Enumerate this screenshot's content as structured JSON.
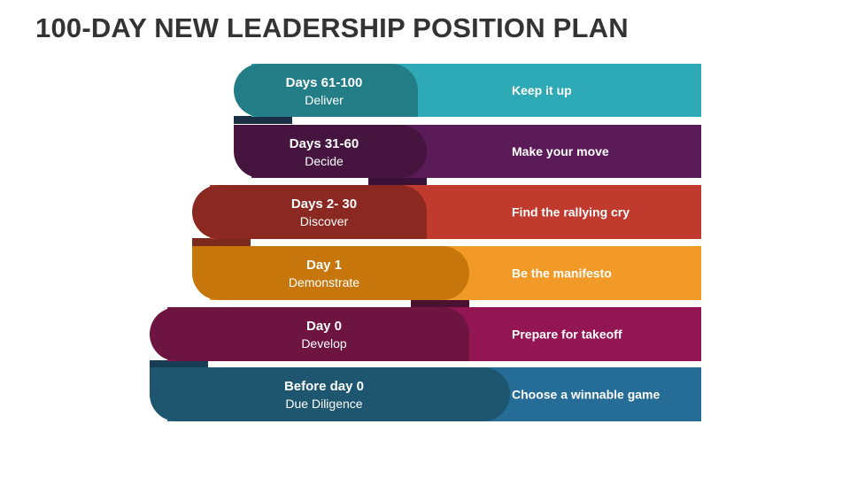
{
  "title": "100-DAY NEW LEADERSHIP POSITION PLAN",
  "steps": [
    {
      "period": "Days 61-100",
      "phase": "Deliver",
      "action": "Keep it up",
      "band_color": "#2EA9B6",
      "cap_color": "#227D86",
      "joint_color": "#1A2E44"
    },
    {
      "period": "Days 31-60",
      "phase": "Decide",
      "action": "Make your move",
      "band_color": "#5B1A58",
      "cap_color": "#45153F",
      "joint_color": "#3A1238"
    },
    {
      "period": "Days 2- 30",
      "phase": "Discover",
      "action": "Find the rallying cry",
      "band_color": "#C03A2E",
      "cap_color": "#8C2822",
      "joint_color": "#7C2A1E"
    },
    {
      "period": "Day 1",
      "phase": "Demonstrate",
      "action": "Be the manifesto",
      "band_color": "#F29A28",
      "cap_color": "#C7760C",
      "joint_color": "#4A1230"
    },
    {
      "period": "Day 0",
      "phase": "Develop",
      "action": "Prepare for takeoff",
      "band_color": "#931553",
      "cap_color": "#6E1440",
      "joint_color": "#173D55"
    },
    {
      "period": "Before day 0",
      "phase": "Due Diligence",
      "action": "Choose a winnable game",
      "band_color": "#256D97",
      "cap_color": "#1E5670",
      "joint_color": "#1E5670"
    }
  ]
}
